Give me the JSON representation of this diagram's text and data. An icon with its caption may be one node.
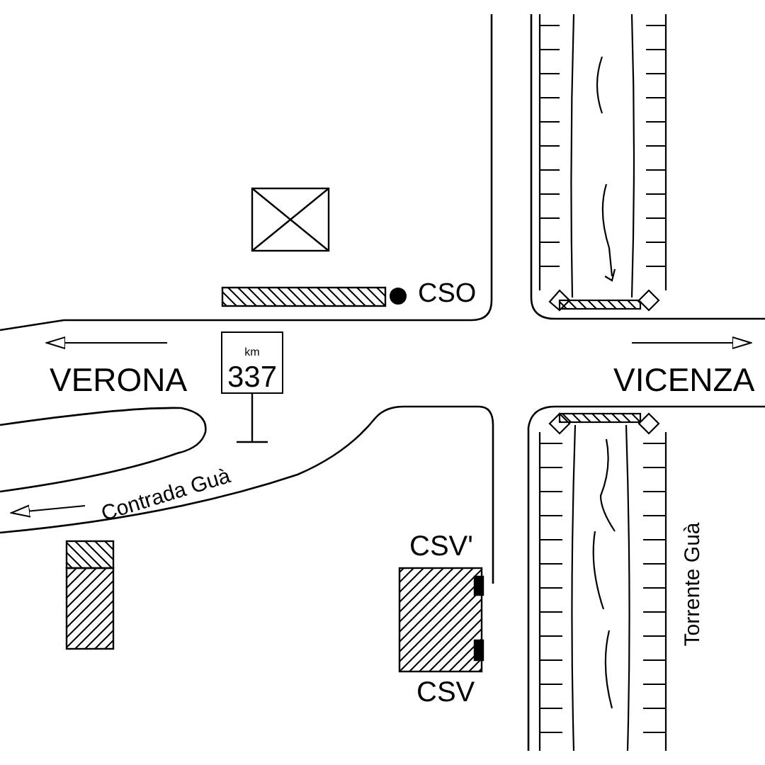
{
  "diagram": {
    "nodes": [
      {
        "text": [
          "km",
          "337"
        ]
      }
    ],
    "labels": [
      "CSO",
      "VERONA",
      "VICENZA",
      "Contrada Guà",
      "CSV'",
      "Torrente Guà",
      "CSV"
    ]
  }
}
